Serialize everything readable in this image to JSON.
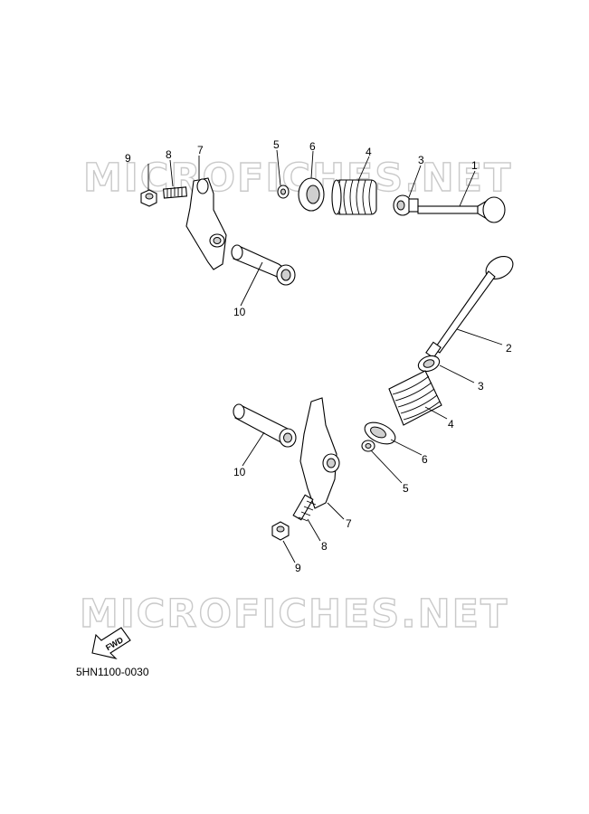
{
  "watermark": "MICROFICHES.NET",
  "fwd_label": "FWD",
  "diagram_code": "5HN1100-0030",
  "callouts": {
    "top_1": "1",
    "top_3": "3",
    "top_4": "4",
    "top_5": "5",
    "top_6": "6",
    "top_7": "7",
    "top_8": "8",
    "top_9": "9",
    "top_10": "10",
    "bot_2": "2",
    "bot_3": "3",
    "bot_4": "4",
    "bot_5": "5",
    "bot_6": "6",
    "bot_7": "7",
    "bot_8": "8",
    "bot_9": "9",
    "bot_10": "10"
  }
}
